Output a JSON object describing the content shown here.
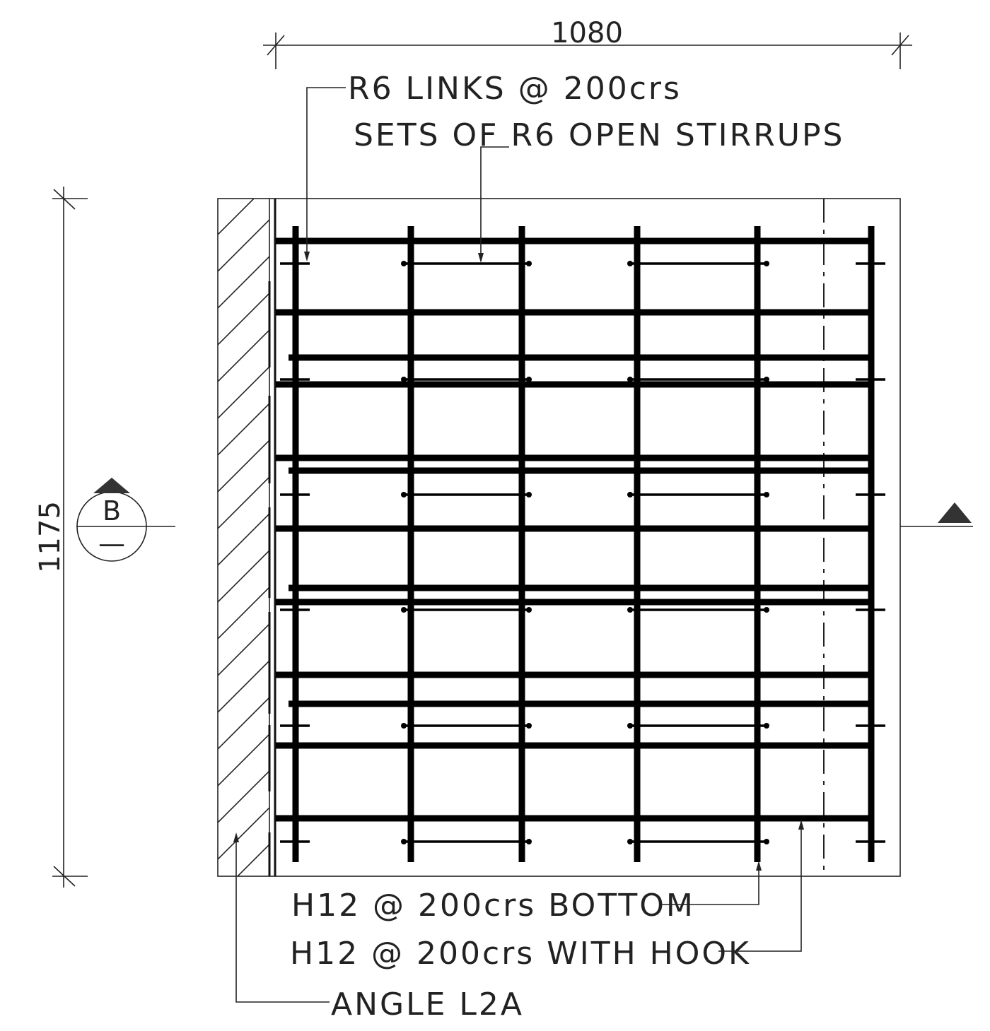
{
  "dimensions": {
    "width_label": "1080",
    "height_label": "1175"
  },
  "notes": {
    "links": "R6 LINKS @ 200crs",
    "stirrups": "SETS OF R6 OPEN STIRRUPS",
    "bottom_bars": "H12 @ 200crs BOTTOM",
    "hook_bars": "H12 @ 200crs WITH HOOK",
    "angle": "ANGLE L2A"
  },
  "section_marker": {
    "letter": "B",
    "sub": "—"
  }
}
